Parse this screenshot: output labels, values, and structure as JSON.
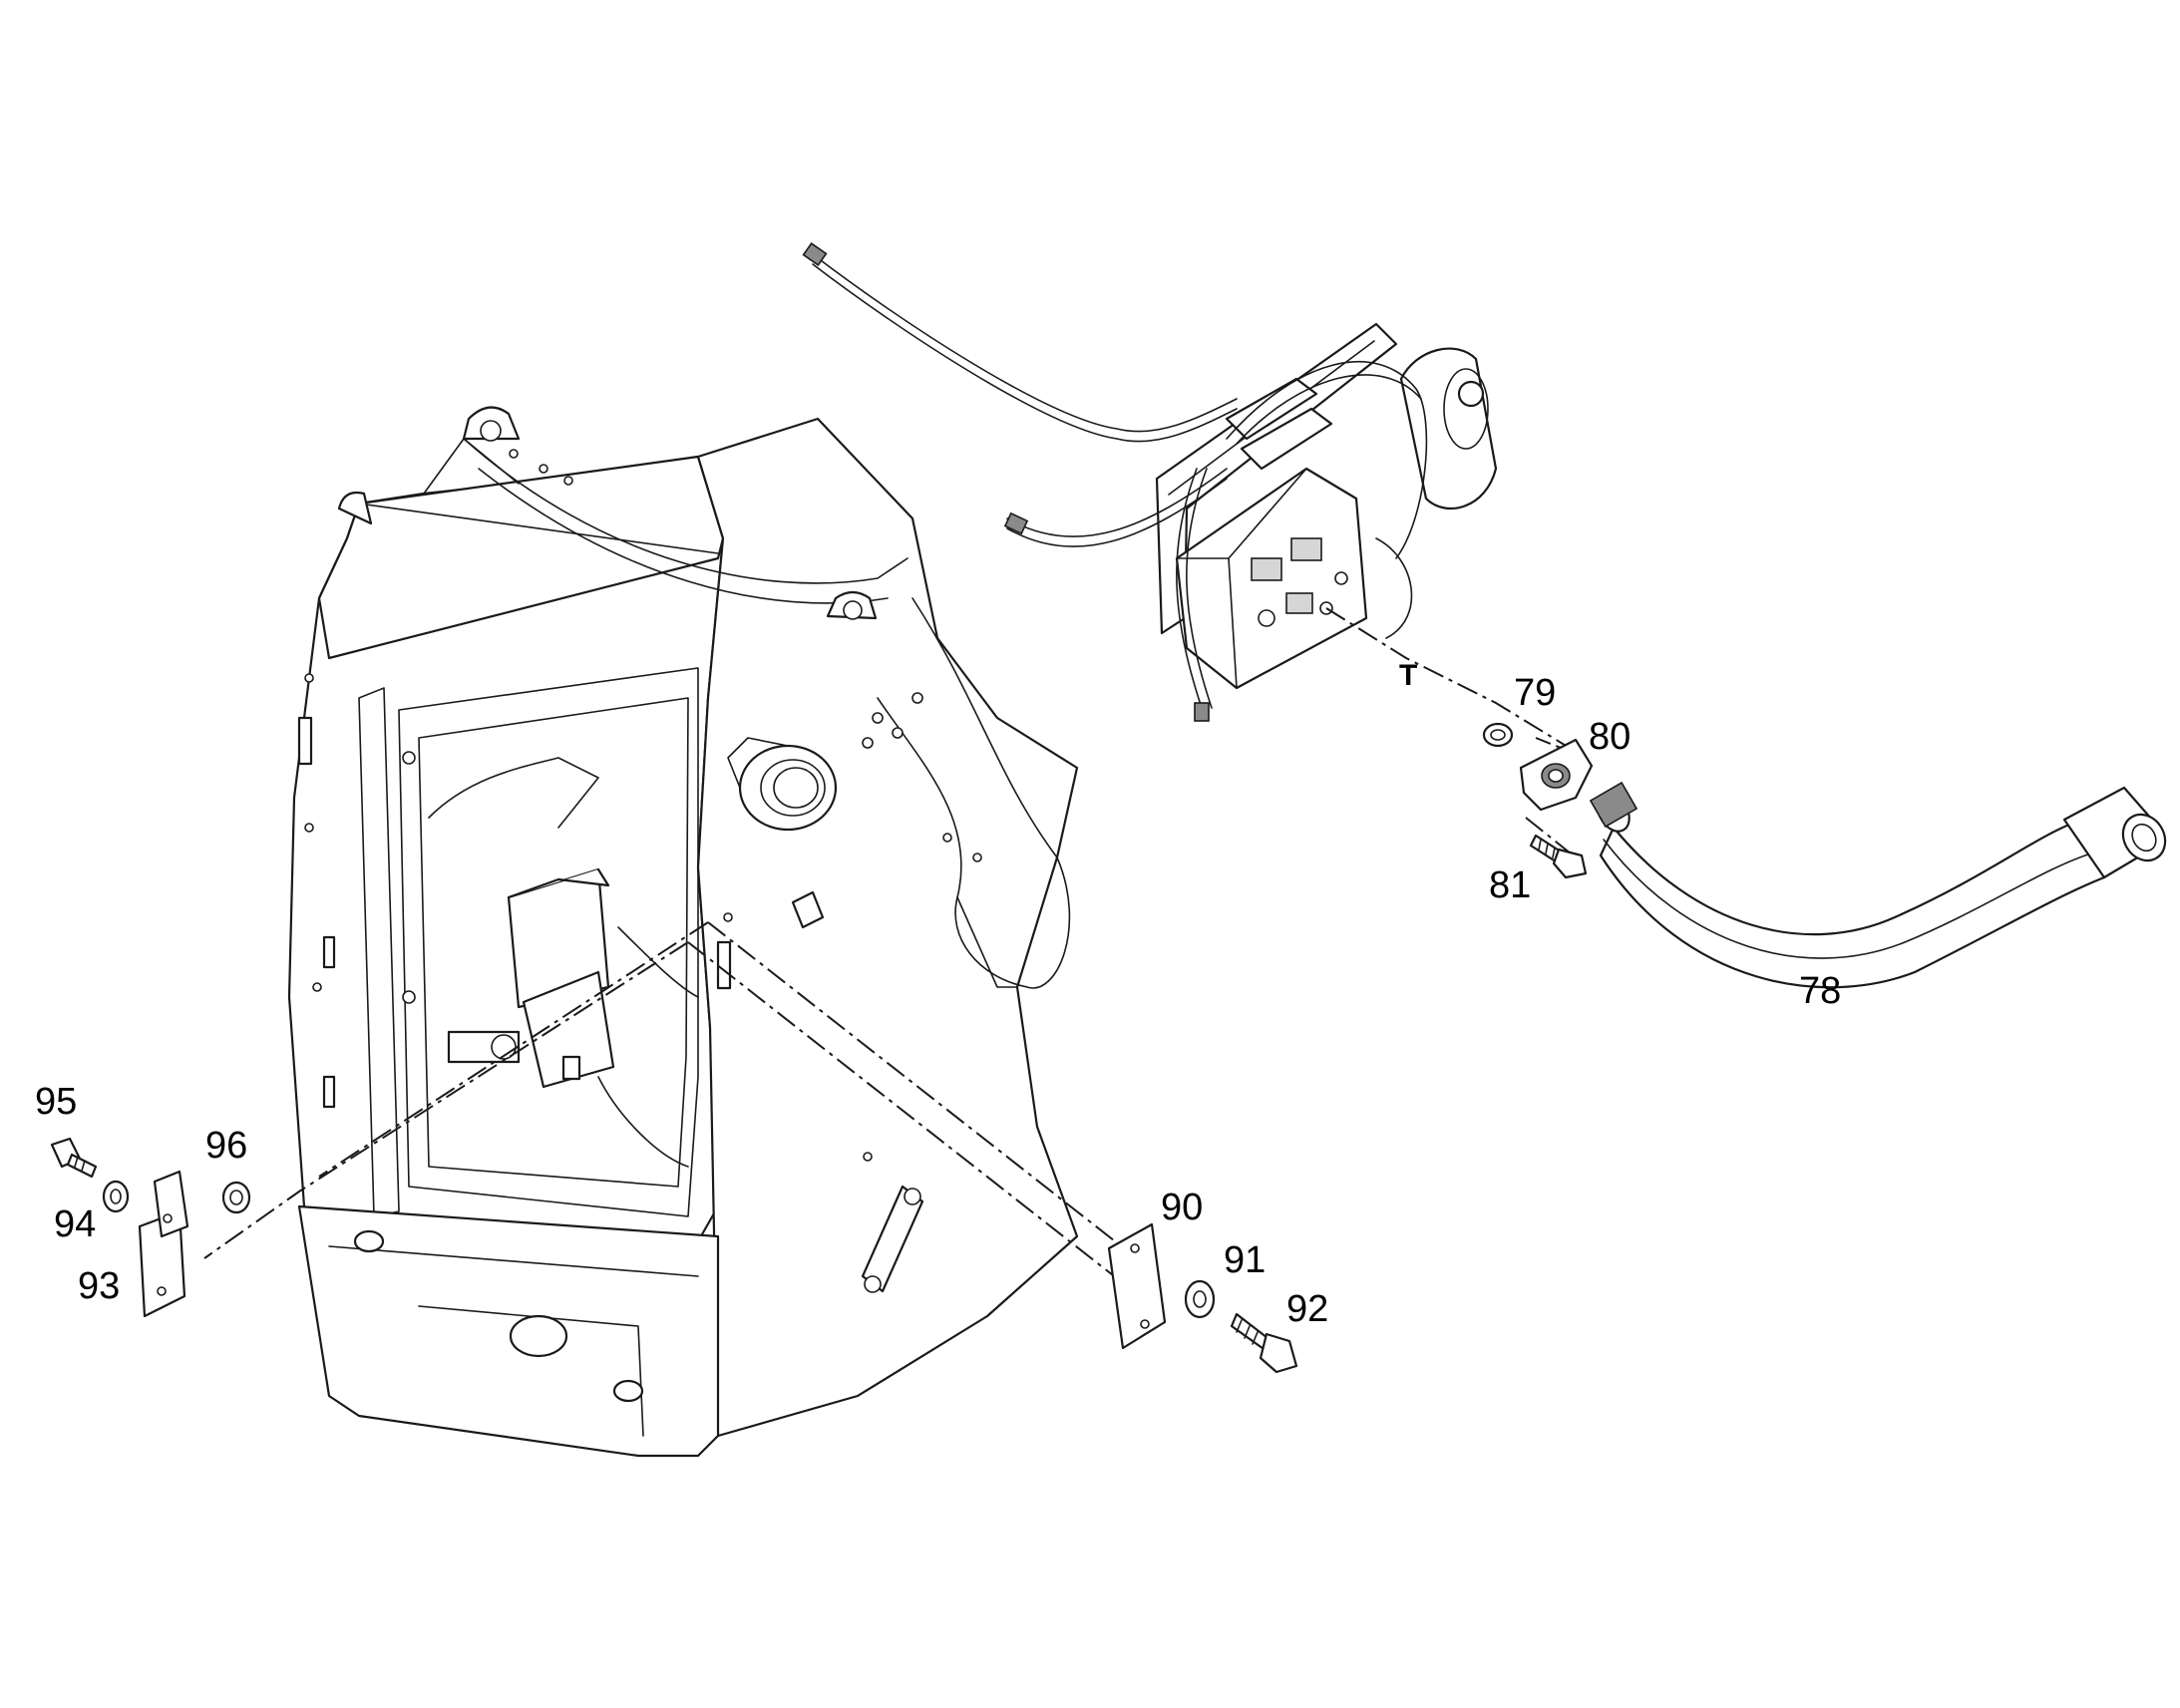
{
  "diagram": {
    "callouts": [
      {
        "id": "78",
        "text": "78"
      },
      {
        "id": "79",
        "text": "79"
      },
      {
        "id": "80",
        "text": "80"
      },
      {
        "id": "81",
        "text": "81"
      },
      {
        "id": "90",
        "text": "90"
      },
      {
        "id": "91",
        "text": "91"
      },
      {
        "id": "92",
        "text": "92"
      },
      {
        "id": "93",
        "text": "93"
      },
      {
        "id": "94",
        "text": "94"
      },
      {
        "id": "95",
        "text": "95"
      },
      {
        "id": "96",
        "text": "96"
      }
    ],
    "port_label": "T"
  }
}
